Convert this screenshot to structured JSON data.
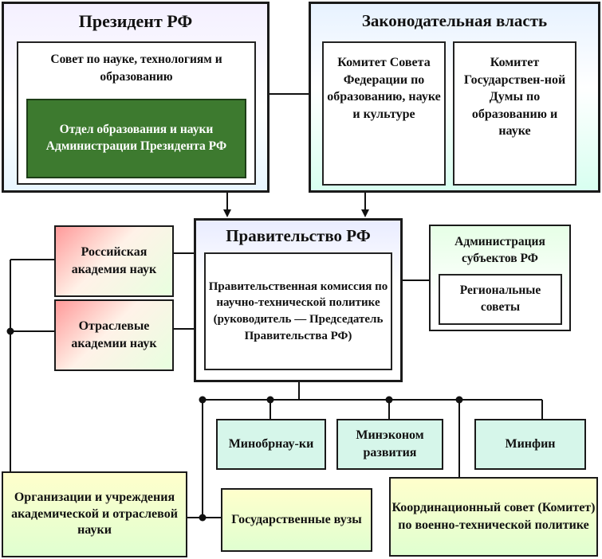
{
  "president": {
    "title": "Президент РФ",
    "council": "Совет по науке, технологиям и образованию",
    "department": "Отдел образования и науки Администрации Президента РФ"
  },
  "legislature": {
    "title": "Законодательная власть",
    "federation_council_committee": "Комитет Совета Федерации по образованию, науке и культуре",
    "duma_committee": "Комитет Государствен-ной Думы по образованию и науке"
  },
  "government": {
    "title": "Правительство РФ",
    "commission": "Правительственная комиссия по научно-технической политике (руководитель — Председатель Правительства РФ)"
  },
  "academies": {
    "russian": "Российская академия наук",
    "branch": "Отраслевые академии наук"
  },
  "regions": {
    "title": "Администрация субъектов РФ",
    "councils": "Региональные советы"
  },
  "ministries": {
    "education": "Минобрнау-ки",
    "economy": "Минэконом развития",
    "finance": "Минфин"
  },
  "institutions": {
    "organizations": "Организации и учреждения академической и отраслевой науки",
    "universities": "Государственные вузы",
    "coordination": "Координационный совет (Комитет) по военно-технической политике"
  },
  "colors": {
    "department_fill": "#3d7a2f",
    "ministry_fill": "#d6f6ea",
    "border": "#1a1a1a"
  }
}
